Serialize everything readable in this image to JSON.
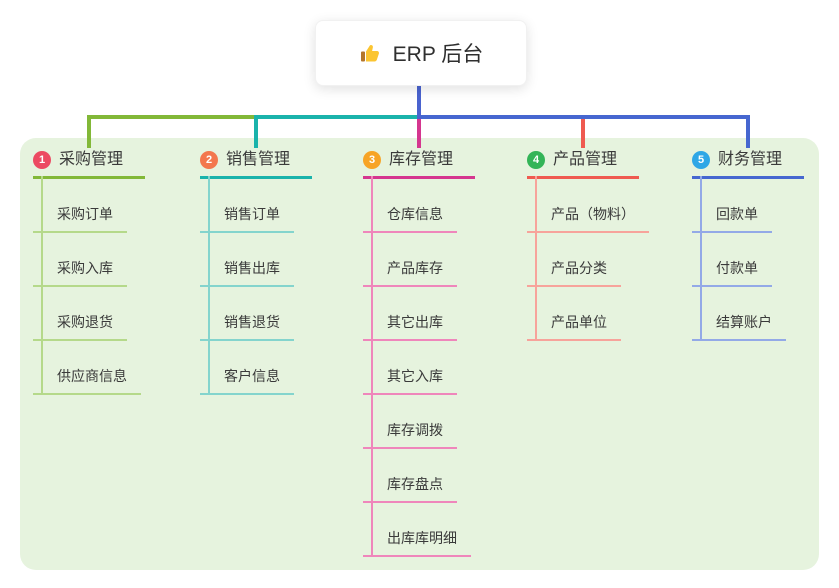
{
  "root": {
    "label": "ERP 后台",
    "icon": "thumbs-up"
  },
  "colors": {
    "canvas_bg": "#ffffff",
    "panel_bg": "#e6f3de",
    "root_line": "#4a63cf",
    "text": "#3a3a3a"
  },
  "branches": [
    {
      "badge": "1",
      "badge_color": "#ec4a62",
      "label": "采购管理",
      "line_color": "#82b838",
      "child_line_color": "#b5d98a",
      "children": [
        "采购订单",
        "采购入库",
        "采购退货",
        "供应商信息"
      ]
    },
    {
      "badge": "2",
      "badge_color": "#f3774d",
      "label": "销售管理",
      "line_color": "#1ab3ab",
      "child_line_color": "#84d4cd",
      "children": [
        "销售订单",
        "销售出库",
        "销售退货",
        "客户信息"
      ]
    },
    {
      "badge": "3",
      "badge_color": "#d5368f",
      "label": "库存管理",
      "line_color": "#d5368f",
      "child_line_color": "#ef86bb",
      "children": [
        "仓库信息",
        "产品库存",
        "其它出库",
        "其它入库",
        "库存调拨",
        "库存盘点",
        "出库库明细"
      ]
    },
    {
      "badge": "4",
      "badge_color": "#33b457",
      "label": "产品管理",
      "line_color": "#ef5a50",
      "child_line_color": "#f7a39b",
      "children": [
        "产品（物料）",
        "产品分类",
        "产品单位"
      ]
    },
    {
      "badge": "5",
      "badge_color": "#2fa7e6",
      "label": "财务管理",
      "line_color": "#4667d0",
      "child_line_color": "#93a9e7",
      "children": [
        "回款单",
        "付款单",
        "结算账户"
      ]
    }
  ],
  "badge_colors_note": {
    "badge_3_circle": "#f7a426"
  }
}
